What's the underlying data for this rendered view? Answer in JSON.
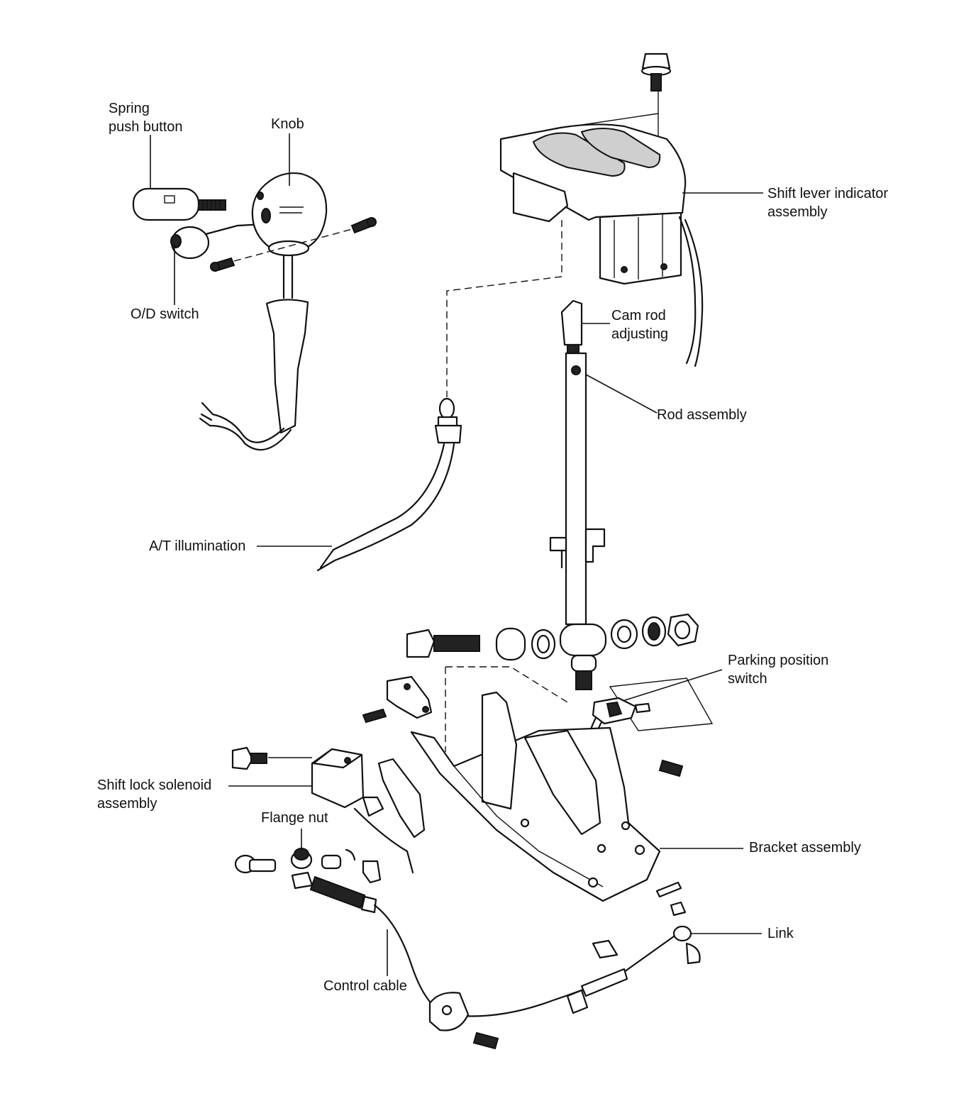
{
  "labels": {
    "spring_push_button": [
      "Spring",
      "push button"
    ],
    "knob": "Knob",
    "od_switch": "O/D switch",
    "shift_lever_indicator": [
      "Shift lever indicator",
      "assembly"
    ],
    "cam_rod_adjusting": [
      "Cam rod",
      "adjusting"
    ],
    "rod_assembly": "Rod assembly",
    "at_illumination": "A/T illumination",
    "parking_position_switch": [
      "Parking position",
      "switch"
    ],
    "shift_lock_solenoid": [
      "Shift lock solenoid",
      "assembly"
    ],
    "flange_nut": "Flange nut",
    "bracket_assembly": "Bracket assembly",
    "link": "Link",
    "control_cable": "Control cable"
  }
}
